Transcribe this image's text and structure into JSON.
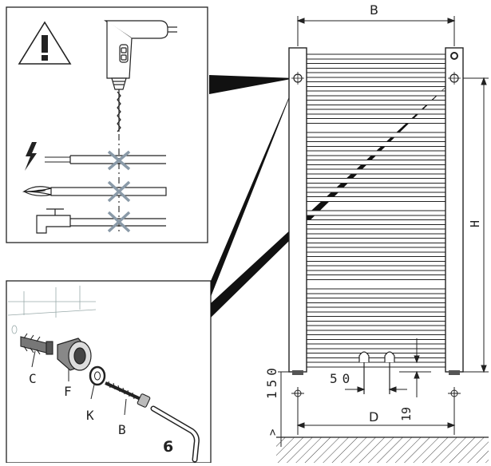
{
  "dimensions": {
    "width_label": "B",
    "height_label": "H",
    "bottom_label": "D",
    "floor_gap_label": "150",
    "pipe_spacing_label": "50",
    "pipe_offset_label": "19",
    "floor_symbol": ">"
  },
  "parts": {
    "plug": "C",
    "bracket": "F",
    "washer": "K",
    "screw": "B"
  },
  "step_number": "6",
  "colors": {
    "line": "#222222",
    "no_drill_cross": "#8a9aa8",
    "frame": "#333333"
  },
  "icons": {
    "warning": "warning-triangle-icon",
    "drill": "drill-icon",
    "electric": "electric-bolt-icon",
    "gas": "gas-flame-icon",
    "water": "water-tap-icon"
  }
}
